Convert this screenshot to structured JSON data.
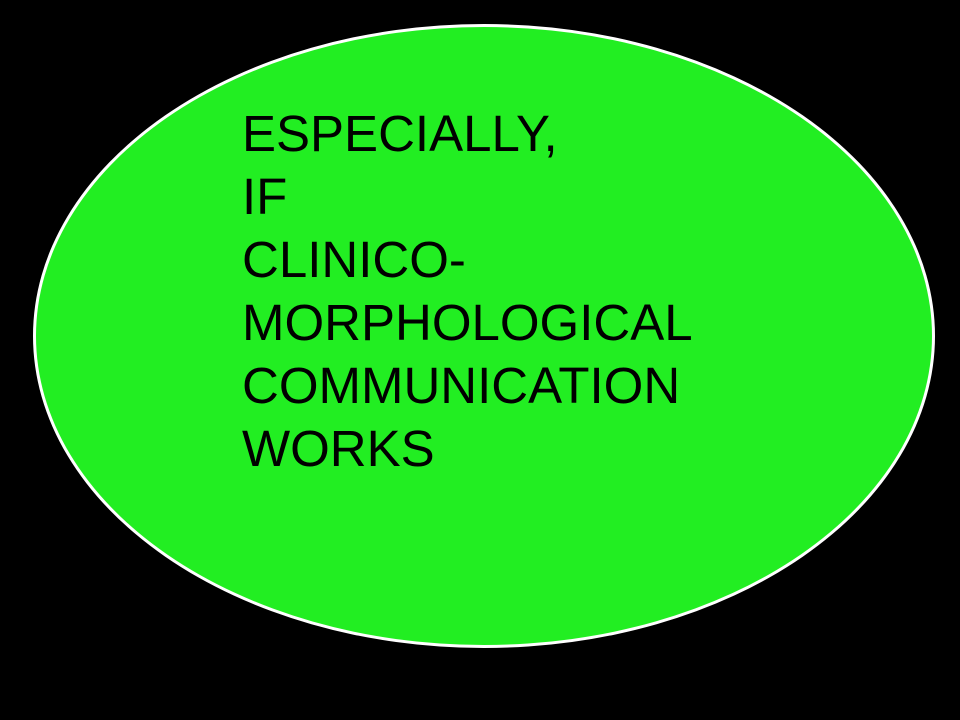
{
  "slide": {
    "lines": [
      "ESPECIALLY,",
      "IF",
      "CLINICO-",
      "MORPHOLOGICAL",
      "COMMUNICATION",
      "WORKS"
    ]
  },
  "colors": {
    "background": "#000000",
    "ellipse_fill": "#22ee22",
    "ellipse_border": "#ffffff",
    "text": "#000000"
  }
}
